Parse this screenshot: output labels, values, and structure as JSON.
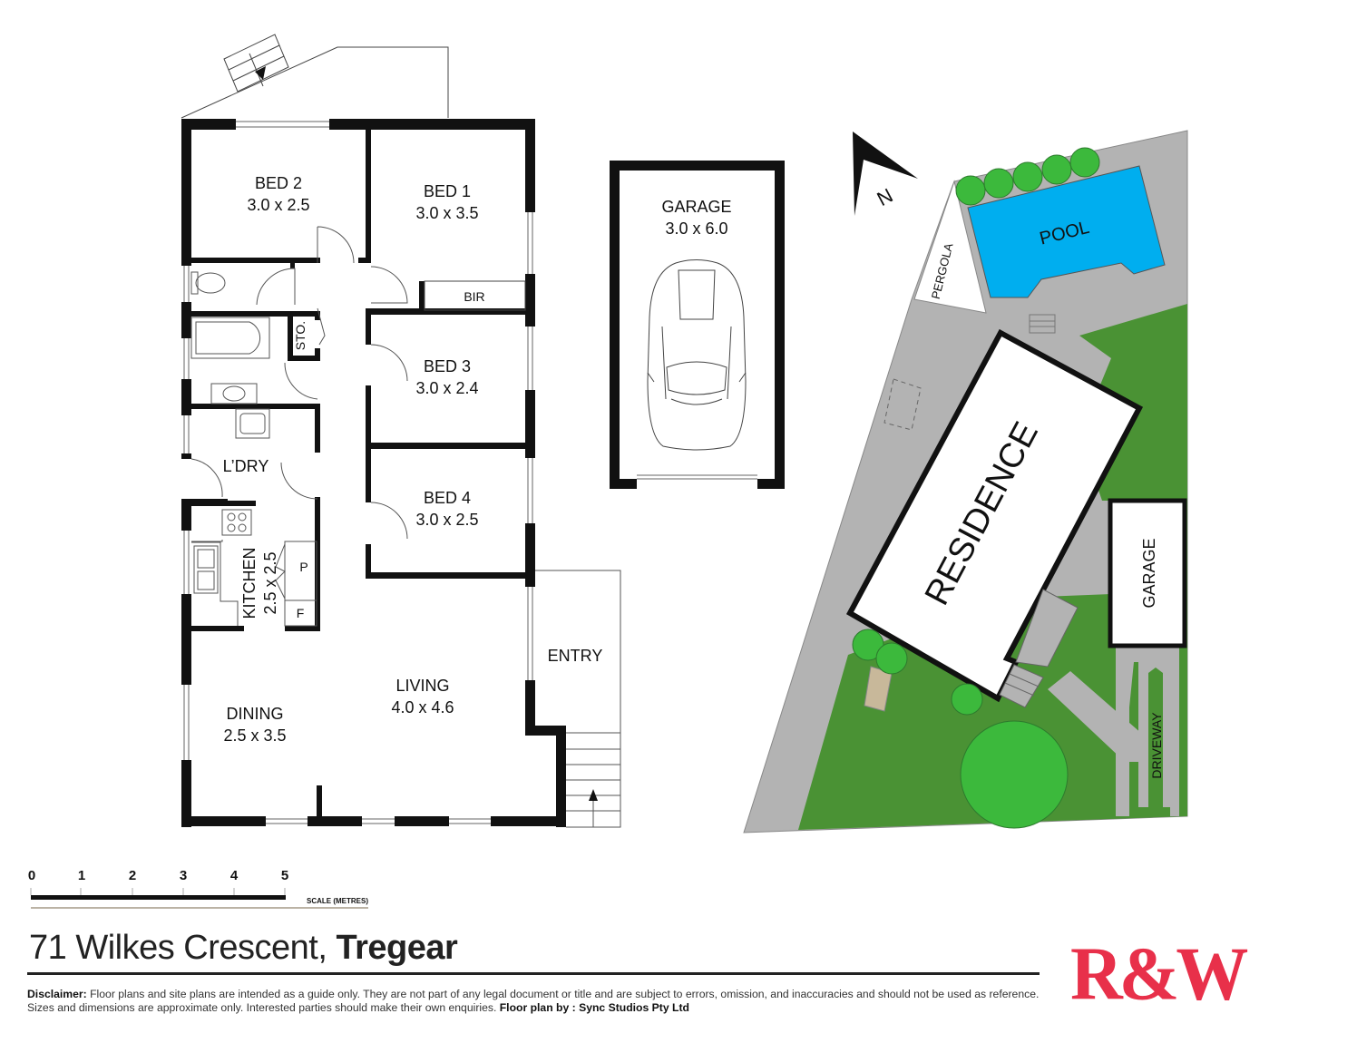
{
  "floor_plan": {
    "rooms": [
      {
        "id": "bed2",
        "name": "BED 2",
        "dims": "3.0 x 2.5"
      },
      {
        "id": "bed1",
        "name": "BED 1",
        "dims": "3.0 x 3.5"
      },
      {
        "id": "bir",
        "name": "BIR",
        "dims": ""
      },
      {
        "id": "sto",
        "name": "STO.",
        "dims": ""
      },
      {
        "id": "bed3",
        "name": "BED 3",
        "dims": "3.0 x 2.4"
      },
      {
        "id": "ldry",
        "name": "L’DRY",
        "dims": ""
      },
      {
        "id": "bed4",
        "name": "BED 4",
        "dims": "3.0 x 2.5"
      },
      {
        "id": "kitchen",
        "name": "KITCHEN",
        "dims": "2.5 x 2.5"
      },
      {
        "id": "pantry",
        "name": "P",
        "dims": ""
      },
      {
        "id": "fridge",
        "name": "F",
        "dims": ""
      },
      {
        "id": "entry",
        "name": "ENTRY",
        "dims": ""
      },
      {
        "id": "living",
        "name": "LIVING",
        "dims": "4.0 x 4.6"
      },
      {
        "id": "dining",
        "name": "DINING",
        "dims": "2.5 x 3.5"
      }
    ]
  },
  "garage_plan": {
    "name": "GARAGE",
    "dims": "3.0 x 6.0"
  },
  "site_plan": {
    "north_label": "N",
    "labels": {
      "pool": "POOL",
      "pergola": "PERGOLA",
      "residence": "RESIDENCE",
      "garage": "GARAGE",
      "driveway": "DRIVEWAY"
    },
    "colors": {
      "pool": "#00aeef",
      "lawn": "#4a9234",
      "tree": "#3cb93c",
      "paving": "#b3b3b3",
      "deck": "#c8b89a"
    }
  },
  "scale_bar": {
    "ticks": [
      "0",
      "1",
      "2",
      "3",
      "4",
      "5"
    ],
    "caption": "SCALE (METRES)"
  },
  "footer": {
    "address_street": "71 Wilkes Crescent,",
    "address_suburb": "Tregear",
    "disclaimer_label": "Disclaimer:",
    "disclaimer_text": " Floor plans and site plans are intended as a guide only. They are not part of any legal document or title and are subject to errors, omission, and inaccuracies and should not be used as reference. Sizes and dimensions are approximate only. Interested parties should make their own enquiries. ",
    "credit": "Floor plan by : Sync Studios Pty Ltd"
  },
  "brand": {
    "logo_text": "R&W",
    "color": "#e8304a"
  }
}
